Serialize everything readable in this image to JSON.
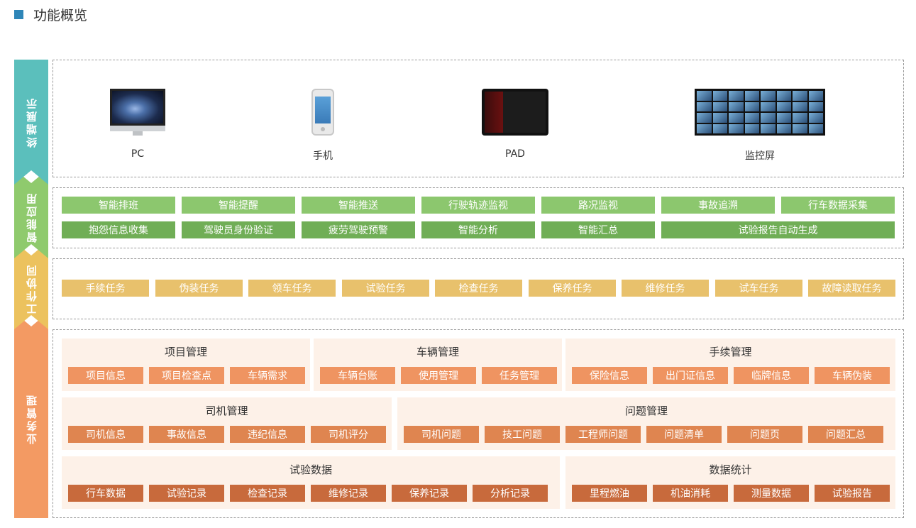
{
  "header": {
    "title": "功能概览"
  },
  "layers": {
    "terminal": "终端展示",
    "smart": "智能应用",
    "work": "工作协同",
    "business": "业务管理"
  },
  "colors": {
    "terminal": "#5bbfbc",
    "smart": "#8fca6d",
    "work": "#ecc25e",
    "business": "#f39a63",
    "header_square": "#2f86b8"
  },
  "devices": [
    {
      "label": "PC",
      "icon": "imac-icon"
    },
    {
      "label": "手机",
      "icon": "phone-icon"
    },
    {
      "label": "PAD",
      "icon": "tablet-icon"
    },
    {
      "label": "监控屏",
      "icon": "monitor-wall-icon"
    }
  ],
  "smart": {
    "row1": [
      "智能排班",
      "智能提醒",
      "智能推送",
      "行驶轨迹监视",
      "路况监视",
      "事故追溯",
      "行车数据采集"
    ],
    "row2": [
      "抱怨信息收集",
      "驾驶员身份验证",
      "疲劳驾驶预警",
      "智能分析",
      "智能汇总",
      "试验报告自动生成"
    ]
  },
  "work": [
    "手续任务",
    "伪装任务",
    "领车任务",
    "试验任务",
    "检查任务",
    "保养任务",
    "维修任务",
    "试车任务",
    "故障读取任务"
  ],
  "business": {
    "project": {
      "title": "项目管理",
      "items": [
        "项目信息",
        "项目检查点",
        "车辆需求"
      ]
    },
    "vehicle": {
      "title": "车辆管理",
      "items": [
        "车辆台账",
        "使用管理",
        "任务管理"
      ]
    },
    "procedure": {
      "title": "手续管理",
      "items": [
        "保险信息",
        "出门证信息",
        "临牌信息",
        "车辆伪装"
      ]
    },
    "driver": {
      "title": "司机管理",
      "items": [
        "司机信息",
        "事故信息",
        "违纪信息",
        "司机评分"
      ]
    },
    "issue": {
      "title": "问题管理",
      "items": [
        "司机问题",
        "技工问题",
        "工程师问题",
        "问题清单",
        "问题页",
        "问题汇总"
      ]
    },
    "test": {
      "title": "试验数据",
      "items": [
        "行车数据",
        "试验记录",
        "检查记录",
        "维修记录",
        "保养记录",
        "分析记录"
      ]
    },
    "stats": {
      "title": "数据统计",
      "items": [
        "里程燃油",
        "机油消耗",
        "测量数据",
        "试验报告"
      ]
    }
  }
}
